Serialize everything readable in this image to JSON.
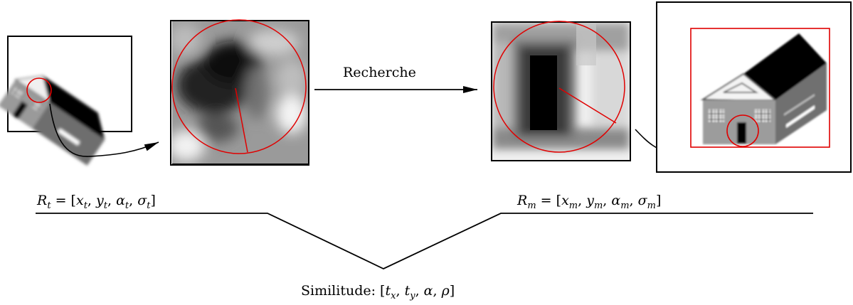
{
  "search_label": "Recherche",
  "target_region": {
    "symbol": "R",
    "subscript": "t",
    "equals": " = [",
    "params": [
      {
        "sym": "x",
        "sub": "t"
      },
      {
        "sym": "y",
        "sub": "t"
      },
      {
        "sym": "α",
        "sub": "t"
      },
      {
        "sym": "σ",
        "sub": "t"
      }
    ],
    "close": "]"
  },
  "model_region": {
    "symbol": "R",
    "subscript": "m",
    "equals": " = [",
    "params": [
      {
        "sym": "x",
        "sub": "m"
      },
      {
        "sym": "y",
        "sub": "m"
      },
      {
        "sym": "α",
        "sub": "m"
      },
      {
        "sym": "σ",
        "sub": "m"
      }
    ],
    "close": "]"
  },
  "similitude": {
    "label": "Similitude: [",
    "params": [
      {
        "sym": "t",
        "sub": "x"
      },
      {
        "sym": "t",
        "sub": "y"
      },
      {
        "sym": "α",
        "sub": ""
      },
      {
        "sym": "ρ",
        "sub": ""
      }
    ],
    "close": "]"
  },
  "colors": {
    "ink": "#000000",
    "highlight": "#e00000",
    "roof": "#000000",
    "wall": "#9a9a9a"
  }
}
